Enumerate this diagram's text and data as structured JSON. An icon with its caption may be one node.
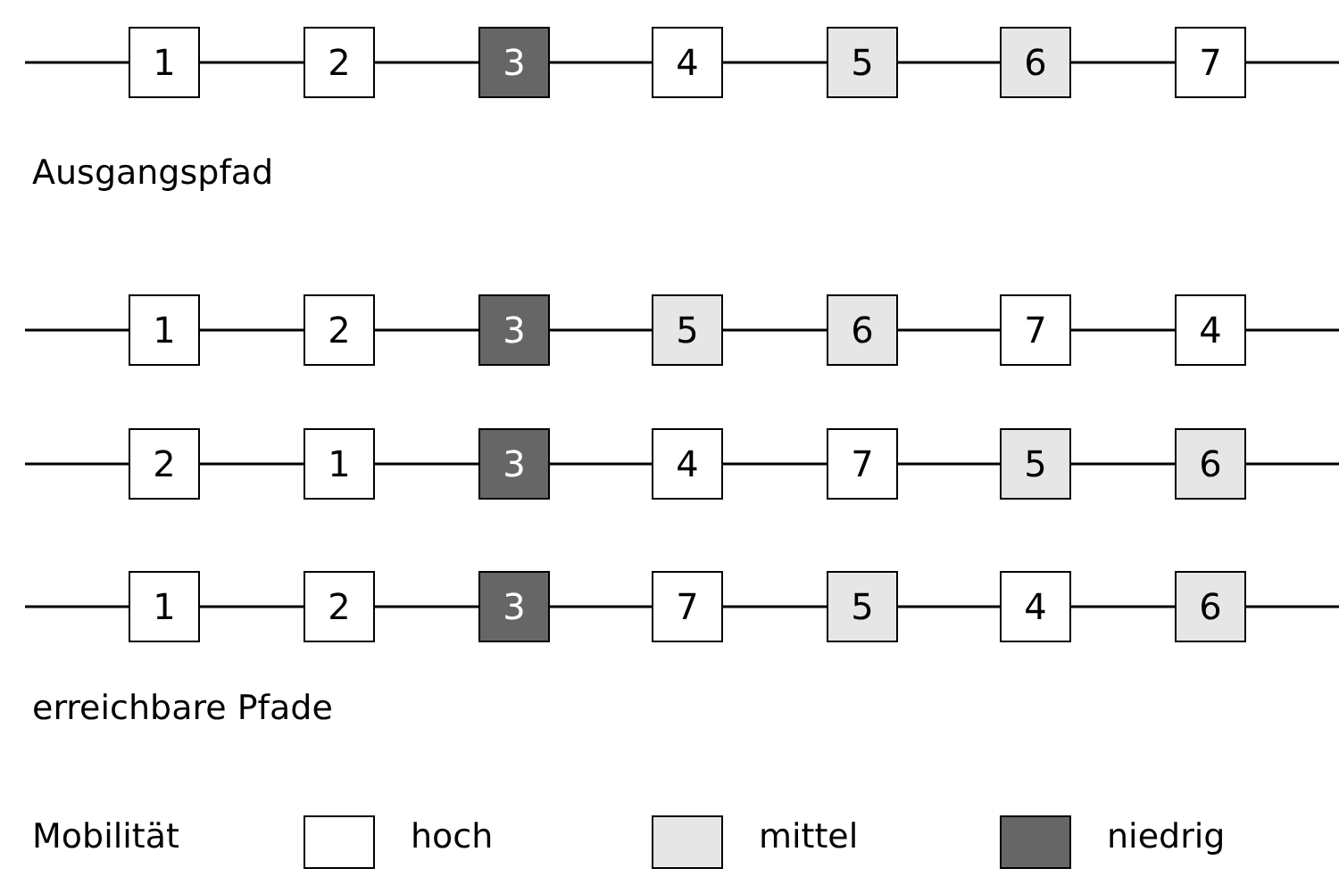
{
  "diagram": {
    "nodes": [
      {
        "text": [
          "1"
        ]
      },
      {
        "text": [
          "2"
        ]
      },
      {
        "text": [
          "3"
        ]
      },
      {
        "text": [
          "4"
        ]
      },
      {
        "text": [
          "5"
        ]
      },
      {
        "text": [
          "6"
        ]
      },
      {
        "text": [
          "7"
        ]
      },
      {
        "text": [
          "1"
        ]
      },
      {
        "text": [
          "2"
        ]
      },
      {
        "text": [
          "3"
        ]
      },
      {
        "text": [
          "5"
        ]
      },
      {
        "text": [
          "6"
        ]
      },
      {
        "text": [
          "7"
        ]
      },
      {
        "text": [
          "4"
        ]
      },
      {
        "text": [
          "2"
        ]
      },
      {
        "text": [
          "1"
        ]
      },
      {
        "text": [
          "3"
        ]
      },
      {
        "text": [
          "4"
        ]
      },
      {
        "text": [
          "7"
        ]
      },
      {
        "text": [
          "5"
        ]
      },
      {
        "text": [
          "6"
        ]
      },
      {
        "text": [
          "1"
        ]
      },
      {
        "text": [
          "2"
        ]
      },
      {
        "text": [
          "3"
        ]
      },
      {
        "text": [
          "7"
        ]
      },
      {
        "text": [
          "5"
        ]
      },
      {
        "text": [
          "4"
        ]
      },
      {
        "text": [
          "6"
        ]
      }
    ],
    "edges": [
      {
        "from": null,
        "to": 0,
        "arrow": "none"
      },
      {
        "from": 0,
        "to": 1,
        "arrow": "none"
      },
      {
        "from": 1,
        "to": 2,
        "arrow": "none"
      },
      {
        "from": 2,
        "to": 3,
        "arrow": "none"
      },
      {
        "from": 3,
        "to": 4,
        "arrow": "none"
      },
      {
        "from": 4,
        "to": 5,
        "arrow": "none"
      },
      {
        "from": 5,
        "to": 6,
        "arrow": "none"
      },
      {
        "from": 6,
        "to": null,
        "arrow": "none"
      },
      {
        "from": null,
        "to": 7,
        "arrow": "none"
      },
      {
        "from": 7,
        "to": 8,
        "arrow": "none"
      },
      {
        "from": 8,
        "to": 9,
        "arrow": "none"
      },
      {
        "from": 9,
        "to": 10,
        "arrow": "none"
      },
      {
        "from": 10,
        "to": 11,
        "arrow": "none"
      },
      {
        "from": 11,
        "to": 12,
        "arrow": "none"
      },
      {
        "from": 12,
        "to": 13,
        "arrow": "none"
      },
      {
        "from": 13,
        "to": null,
        "arrow": "none"
      },
      {
        "from": null,
        "to": 14,
        "arrow": "none"
      },
      {
        "from": 14,
        "to": 15,
        "arrow": "none"
      },
      {
        "from": 15,
        "to": 16,
        "arrow": "none"
      },
      {
        "from": 16,
        "to": 17,
        "arrow": "none"
      },
      {
        "from": 17,
        "to": 18,
        "arrow": "none"
      },
      {
        "from": 18,
        "to": 19,
        "arrow": "none"
      },
      {
        "from": 19,
        "to": 20,
        "arrow": "none"
      },
      {
        "from": 20,
        "to": null,
        "arrow": "none"
      },
      {
        "from": null,
        "to": 21,
        "arrow": "none"
      },
      {
        "from": 21,
        "to": 22,
        "arrow": "none"
      },
      {
        "from": 22,
        "to": 23,
        "arrow": "none"
      },
      {
        "from": 23,
        "to": 24,
        "arrow": "none"
      },
      {
        "from": 24,
        "to": 25,
        "arrow": "none"
      },
      {
        "from": 25,
        "to": 26,
        "arrow": "none"
      },
      {
        "from": 26,
        "to": 27,
        "arrow": "none"
      },
      {
        "from": 27,
        "to": null,
        "arrow": "none"
      }
    ],
    "labels": [
      "Ausgangspfad",
      "erreichbare Pfade",
      "Mobilität"
    ],
    "legend": [
      {
        "text": "hoch",
        "color": "#ffffff"
      },
      {
        "text": "mittel",
        "color": "#e6e6e6"
      },
      {
        "text": "niedrig",
        "color": "#666666"
      }
    ]
  }
}
